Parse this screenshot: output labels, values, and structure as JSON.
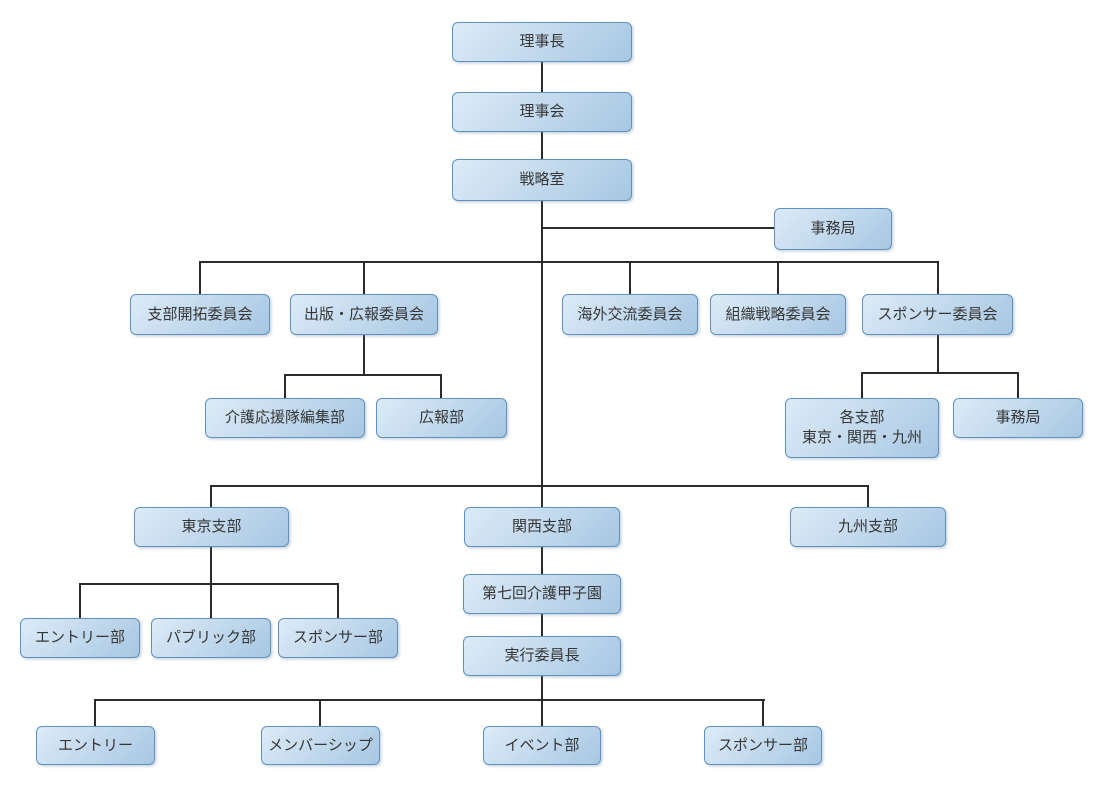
{
  "diagram": {
    "type": "org-chart",
    "language": "ja"
  },
  "colors": {
    "background": "#ffffff",
    "node_fill_light": "#dcebf7",
    "node_fill_dark": "#a7c7e2",
    "node_border": "#5f92c0",
    "connector": "#2b2b2b",
    "text": "#363636"
  },
  "nodes": {
    "chairman": {
      "label": "理事長"
    },
    "board": {
      "label": "理事会"
    },
    "strategy_office": {
      "label": "戦略室"
    },
    "secretariat_hq": {
      "label": "事務局"
    },
    "committee_branch_dev": {
      "label": "支部開拓委員会"
    },
    "committee_publishing_pr": {
      "label": "出版・広報委員会"
    },
    "committee_overseas": {
      "label": "海外交流委員会"
    },
    "committee_org_strategy": {
      "label": "組織戦略委員会"
    },
    "committee_sponsor": {
      "label": "スポンサー委員会"
    },
    "kaigo_editorial": {
      "label": "介護応援隊編集部"
    },
    "pr_dept": {
      "label": "広報部"
    },
    "all_branches": {
      "label_line1": "各支部",
      "label_line2": "東京・関西・九州"
    },
    "secretariat_sponsor": {
      "label": "事務局"
    },
    "tokyo_branch": {
      "label": "東京支部"
    },
    "kansai_branch": {
      "label": "関西支部"
    },
    "kyushu_branch": {
      "label": "九州支部"
    },
    "tokyo_entry_dept": {
      "label": "エントリー部"
    },
    "tokyo_public_dept": {
      "label": "パブリック部"
    },
    "tokyo_sponsor_dept": {
      "label": "スポンサー部"
    },
    "kaigo_koshien_7th": {
      "label": "第七回介護甲子園"
    },
    "exec_chair": {
      "label": "実行委員長"
    },
    "exec_entry": {
      "label": "エントリー"
    },
    "exec_membership": {
      "label": "メンバーシップ"
    },
    "exec_event_dept": {
      "label": "イベント部"
    },
    "exec_sponsor_dept": {
      "label": "スポンサー部"
    }
  },
  "structure": [
    {
      "parent": "chairman",
      "children": [
        "board"
      ]
    },
    {
      "parent": "board",
      "children": [
        "strategy_office"
      ]
    },
    {
      "parent": "strategy_office",
      "children": [
        "secretariat_hq",
        "committee_branch_dev",
        "committee_publishing_pr",
        "committee_overseas",
        "committee_org_strategy",
        "committee_sponsor",
        "tokyo_branch",
        "kansai_branch",
        "kyushu_branch"
      ]
    },
    {
      "parent": "committee_publishing_pr",
      "children": [
        "kaigo_editorial",
        "pr_dept"
      ]
    },
    {
      "parent": "committee_sponsor",
      "children": [
        "all_branches",
        "secretariat_sponsor"
      ]
    },
    {
      "parent": "tokyo_branch",
      "children": [
        "tokyo_entry_dept",
        "tokyo_public_dept",
        "tokyo_sponsor_dept"
      ]
    },
    {
      "parent": "kansai_branch",
      "children": [
        "kaigo_koshien_7th"
      ]
    },
    {
      "parent": "kaigo_koshien_7th",
      "children": [
        "exec_chair"
      ]
    },
    {
      "parent": "exec_chair",
      "children": [
        "exec_entry",
        "exec_membership",
        "exec_event_dept",
        "exec_sponsor_dept"
      ]
    }
  ]
}
